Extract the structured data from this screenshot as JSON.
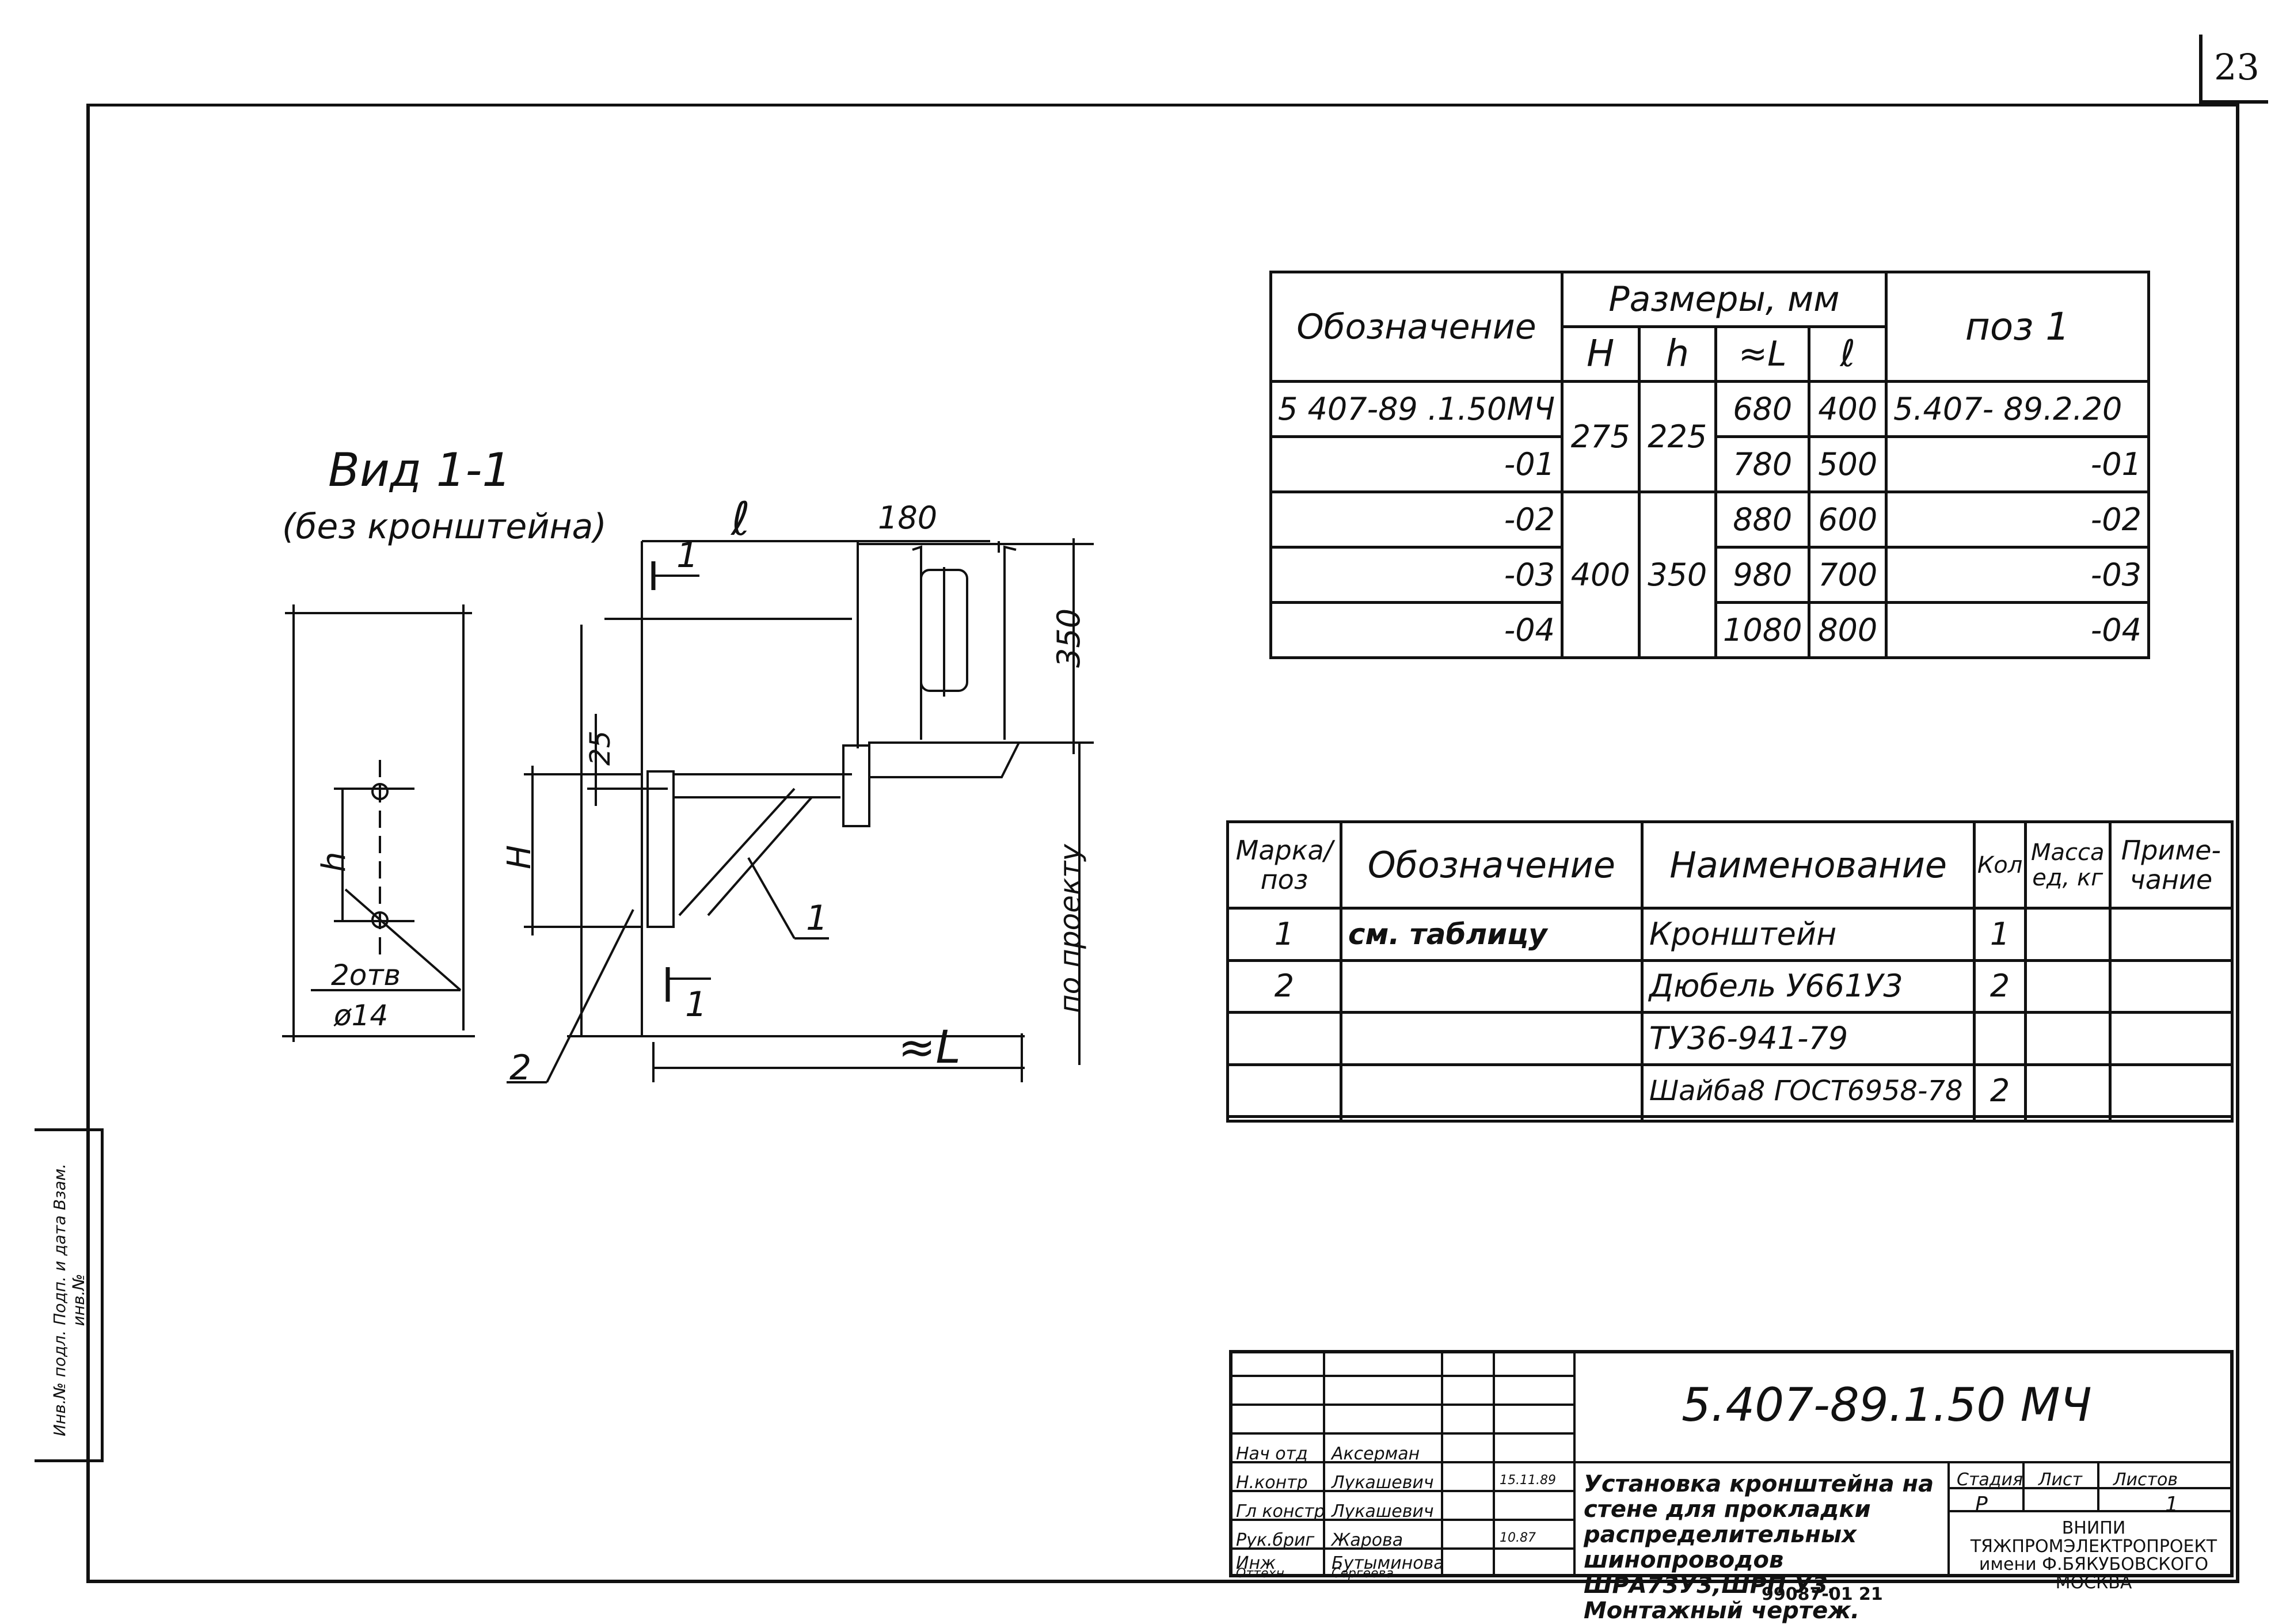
{
  "sheet": {
    "page_number": "23",
    "side_stamp": "Инв.№ подл. Подп. и дата Взам. инв.№"
  },
  "view": {
    "title": "Вид 1-1",
    "subtitle": "(без кронштейна)",
    "labels": {
      "l": "ℓ",
      "dim_180": "180",
      "dim_350": "350",
      "dim_25": "25",
      "H": "H",
      "h": "h",
      "L": "≈L",
      "holes": "2отв",
      "dia": "ø14",
      "pos1": "1",
      "pos2": "2",
      "section_top": "1",
      "section_bottom": "1",
      "by_project": "по проекту"
    }
  },
  "dims_table": {
    "header_designation": "Обозначение",
    "header_sizes": "Размеры, мм",
    "header_pos": "поз 1",
    "sub_H": "H",
    "sub_h": "h",
    "sub_L": "≈L",
    "sub_l": "ℓ",
    "rows": [
      {
        "designation": "5 407-89 .1.50МЧ",
        "H": "275",
        "h": "225",
        "L": "680",
        "l": "400",
        "pos": "5.407- 89.2.20"
      },
      {
        "designation": "-01",
        "L": "780",
        "l": "500",
        "pos": "-01"
      },
      {
        "designation": "-02",
        "H": "400",
        "h": "350",
        "L": "880",
        "l": "600",
        "pos": "-02"
      },
      {
        "designation": "-03",
        "L": "980",
        "l": "700",
        "pos": "-03"
      },
      {
        "designation": "-04",
        "L": "1080",
        "l": "800",
        "pos": "-04"
      }
    ]
  },
  "spec_table": {
    "h_mark": "Марка/ поз",
    "h_designation": "Обозначение",
    "h_name": "Наименование",
    "h_qty": "Кол",
    "h_mass": "Масса ед, кг",
    "h_note": "Приме- чание",
    "rows": [
      {
        "mark": "1",
        "designation": "см. таблицу",
        "name": "Кронштейн",
        "qty": "1"
      },
      {
        "mark": "2",
        "designation": "",
        "name": "Дюбель У661У3",
        "qty": "2"
      },
      {
        "mark": "",
        "designation": "",
        "name": "ТУ36-941-79",
        "qty": ""
      },
      {
        "mark": "",
        "designation": "",
        "name": "Шайба8 ГОСТ6958-78",
        "qty": "2"
      },
      {
        "mark": "",
        "designation": "",
        "name": "",
        "qty": ""
      }
    ]
  },
  "title_block": {
    "code": "5.407-89.1.50 МЧ",
    "roles": [
      "Нач отд",
      "Н.контр",
      "Гл констр",
      "Рук.бриг",
      "Инж",
      "Оттехн"
    ],
    "names": [
      "Аксерман",
      "Лукашевич",
      "Лукашевич",
      "Жарова",
      "Бутыминова",
      "Сергеева"
    ],
    "dates": [
      "15.11.89",
      "10.87"
    ],
    "description": "Установка кронштейна на стене для прокладки распределительных шинопроводов ШРА73У3,ШРП У3. Монтажный чертеж.",
    "stage_label": "Стадия",
    "sheet_label": "Лист",
    "sheets_label": "Листов",
    "stage": "Р",
    "sheets": "1",
    "org": "ВНИПИ ТЯЖПРОМЭЛЕКТРОПРОЕКТ имени Ф.БЯКУБОВСКОГО МОСКВА",
    "archive": "99087-01 21"
  }
}
